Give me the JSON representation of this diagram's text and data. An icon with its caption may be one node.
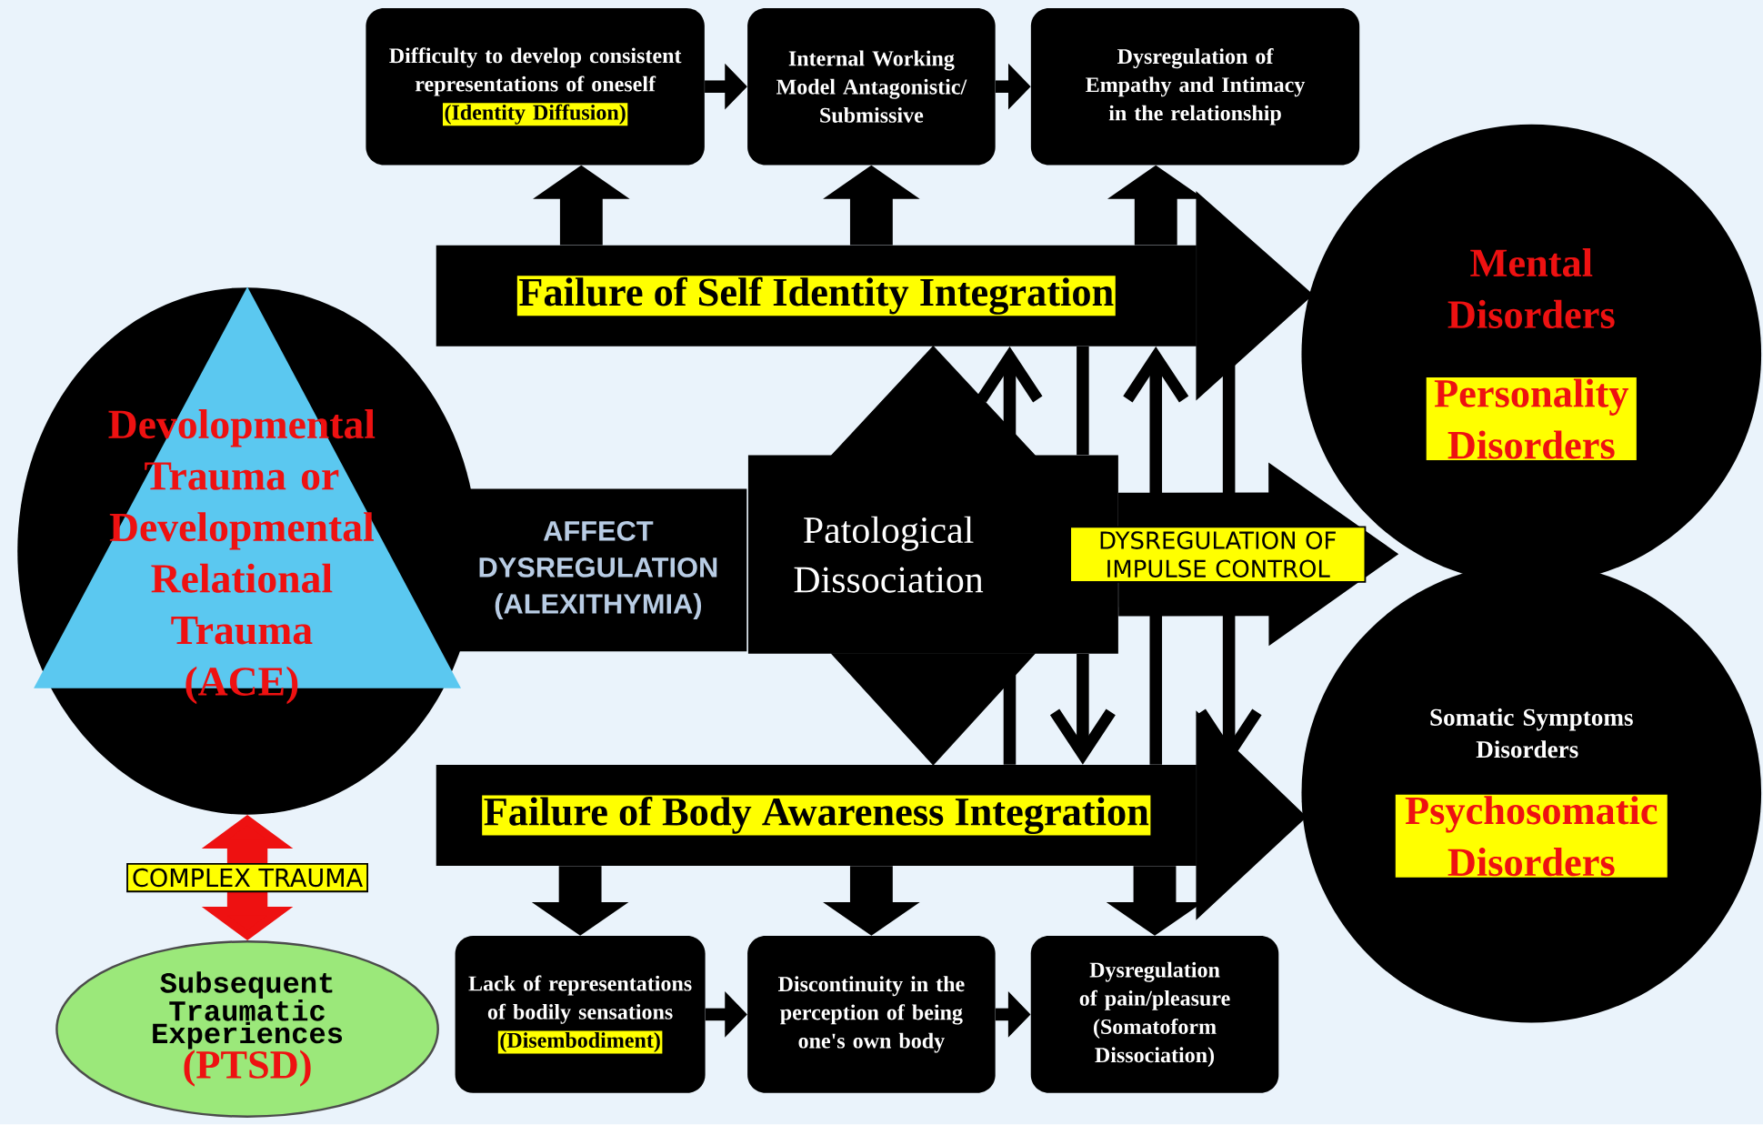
{
  "diagram": {
    "nodes": [
      {
        "text": [
          "Devolopmental Trauma or Developmental Relational Trauma",
          "(ACE)"
        ]
      },
      {
        "text": [
          "Subsequent Traumatic Experiences",
          "(PTSD)"
        ]
      },
      {
        "text": [
          "AFFECT DYSREGULATION (ALEXITHYMIA)"
        ]
      },
      {
        "text": [
          "Patological Dissociation"
        ]
      },
      {
        "text": [
          "Failure of Self Identity Integration"
        ]
      },
      {
        "text": [
          "Failure of Body Awareness Integration"
        ]
      },
      {
        "text": [
          "Difficulty to develop consistent representations of oneself",
          "(Identity Diffusion)"
        ]
      },
      {
        "text": [
          "Internal Working Model Antagonistic/ Submissive"
        ]
      },
      {
        "text": [
          "Dysregulation of Empathy and Intimacy in the relationship"
        ]
      },
      {
        "text": [
          "Lack of representations of bodily sensations",
          "(Disembodiment)"
        ]
      },
      {
        "text": [
          "Discontinuity in the perception of being one's own body"
        ]
      },
      {
        "text": [
          "Dysregulation of pain/pleasure (Somatoform Dissociation)"
        ]
      },
      {
        "text": [
          "Mental Disorders",
          "Personality Disorders"
        ]
      },
      {
        "text": [
          "Somatic Symptoms Disorders",
          "Psychosomatic Disorders"
        ]
      }
    ],
    "edges": [
      {
        "from": 0,
        "to": 1,
        "arrow": "both",
        "label": "COMPLEX TRAUMA",
        "color": "#ee1111",
        "style": "thick"
      },
      {
        "from": 3,
        "to": 4,
        "arrow": "to"
      },
      {
        "from": 3,
        "to": 5,
        "arrow": "to"
      },
      {
        "from": 4,
        "to": 6,
        "arrow": "to",
        "style": "thick"
      },
      {
        "from": 4,
        "to": 7,
        "arrow": "to",
        "style": "thick"
      },
      {
        "from": 4,
        "to": 8,
        "arrow": "to",
        "style": "thick"
      },
      {
        "from": 6,
        "to": 7,
        "arrow": "to"
      },
      {
        "from": 7,
        "to": 8,
        "arrow": "to"
      },
      {
        "from": 4,
        "to": 12,
        "arrow": "to"
      },
      {
        "from": 5,
        "to": 9,
        "arrow": "to",
        "style": "thick"
      },
      {
        "from": 5,
        "to": 10,
        "arrow": "to",
        "style": "thick"
      },
      {
        "from": 5,
        "to": 11,
        "arrow": "to",
        "style": "thick"
      },
      {
        "from": 9,
        "to": 10,
        "arrow": "to"
      },
      {
        "from": 10,
        "to": 11,
        "arrow": "to"
      },
      {
        "from": 5,
        "to": 13,
        "arrow": "to"
      },
      {
        "from": 5,
        "to": 3,
        "arrow": "none"
      },
      {
        "from": 3,
        "to": 4,
        "arrow": "to"
      },
      {
        "from": 4,
        "to": 3,
        "arrow": "none"
      },
      {
        "from": 3,
        "to": 5,
        "arrow": "to"
      },
      {
        "from": 5,
        "to": 4,
        "arrow": "to"
      },
      {
        "from": 4,
        "to": 5,
        "arrow": "to"
      },
      {
        "from": 3,
        "to": 12,
        "arrow": "to",
        "label": "DYSREGULATION OF IMPULSE CONTROL",
        "style": "thick"
      }
    ]
  }
}
